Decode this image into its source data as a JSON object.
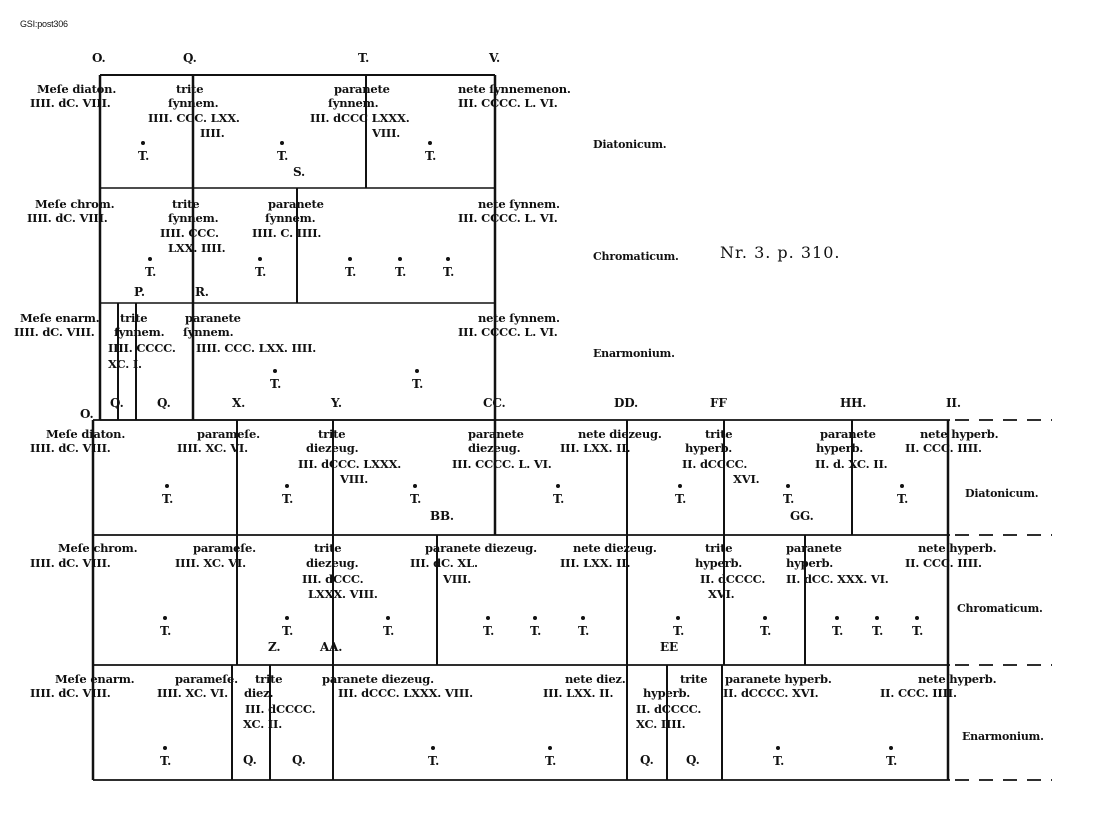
{
  "stamp": "GSI:post306",
  "page_ref": "Nr. 3. p. 310.",
  "genera": {
    "top": [
      "Diatonicum.",
      "Chromaticum.",
      "Enarmonium."
    ],
    "bottom": [
      "Diatonicum.",
      "Chromaticum.",
      "Enarmonium."
    ]
  },
  "points": {
    "O": "O.",
    "Q": "Q.",
    "T": "T.",
    "V": "V.",
    "S": "S.",
    "P": "P.",
    "R": "R.",
    "X": "X.",
    "Y": "Y.",
    "CC": "CC.",
    "DD": "DD.",
    "FF": "FF",
    "HH": "HH.",
    "II": "II.",
    "BB": "BB.",
    "GG": "GG.",
    "Z": "Z.",
    "AA": "AA.",
    "EE": "EE"
  },
  "rows": {
    "top_diatonic": [
      "Meſe diaton.",
      "IIII. dC. VIII.",
      "trite",
      "ſynnem.",
      "IIII. CCC. LXX.",
      "IIII.",
      "paranete",
      "ſynnem.",
      "III. dCCC LXXX.",
      "VIII.",
      "nete ſynnemenon.",
      "III. CCCC. L. VI."
    ],
    "top_chromatic": [
      "Meſe chrom.",
      "IIII. dC. VIII.",
      "trite",
      "ſynnem.",
      "IIII. CCC.",
      "LXX. IIII.",
      "paranete",
      "ſynnem.",
      "IIII. C. IIII.",
      "nete ſynnem.",
      "III. CCCC. L. VI."
    ],
    "top_enharmonic": [
      "Meſe enarm.",
      "IIII. dC. VIII.",
      "trite",
      "ſynnem.",
      "IIII. CCCC.",
      "XC. I.",
      "paranete",
      "ſynnem.",
      "IIII. CCC. LXX. IIII.",
      "nete ſynnem.",
      "III. CCCC. L. VI."
    ],
    "bottom_diatonic": [
      "Meſe diaton.",
      "IIII. dC. VIII.",
      "parameſe.",
      "IIII. XC. VI.",
      "trite",
      "diezeug.",
      "III. dCCC. LXXX.",
      "VIII.",
      "paranete",
      "diezeug.",
      "III. CCCC. L. VI.",
      "nete diezeug.",
      "III. LXX. II.",
      "trite",
      "hyperb.",
      "II. dCCCC.",
      "XVI.",
      "paranete",
      "hyperb.",
      "II. d. XC. II.",
      "nete hyperb.",
      "II. CCC. IIII."
    ],
    "bottom_chromatic": [
      "Meſe chrom.",
      "IIII. dC. VIII.",
      "parameſe.",
      "IIII. XC. VI.",
      "trite",
      "diezeug.",
      "III. dCCC.",
      "LXXX. VIII.",
      "paranete diezeug.",
      "III. dC. XL.",
      "VIII.",
      "nete diezeug.",
      "III. LXX. II.",
      "trite",
      "hyperb.",
      "II. dCCCC.",
      "XVI.",
      "paranete",
      "hyperb.",
      "II. dCC. XXX. VI.",
      "nete hyperb.",
      "II. CCC. IIII."
    ],
    "bottom_enharmonic": [
      "Meſe enarm.",
      "IIII. dC. VIII.",
      "parameſe.",
      "IIII. XC. VI.",
      "trite",
      "diez.",
      "III. dCCCC.",
      "XC. II.",
      "paranete diezeug.",
      "III. dCCC. LXXX. VIII.",
      "nete diez.",
      "III. LXX. II.",
      "trite",
      "hyperb.",
      "II. dCCCC.",
      "XC. IIII.",
      "paranete hyperb.",
      "II. dCCCC. XVI.",
      "nete hyperb.",
      "II. CCC. IIII."
    ]
  }
}
